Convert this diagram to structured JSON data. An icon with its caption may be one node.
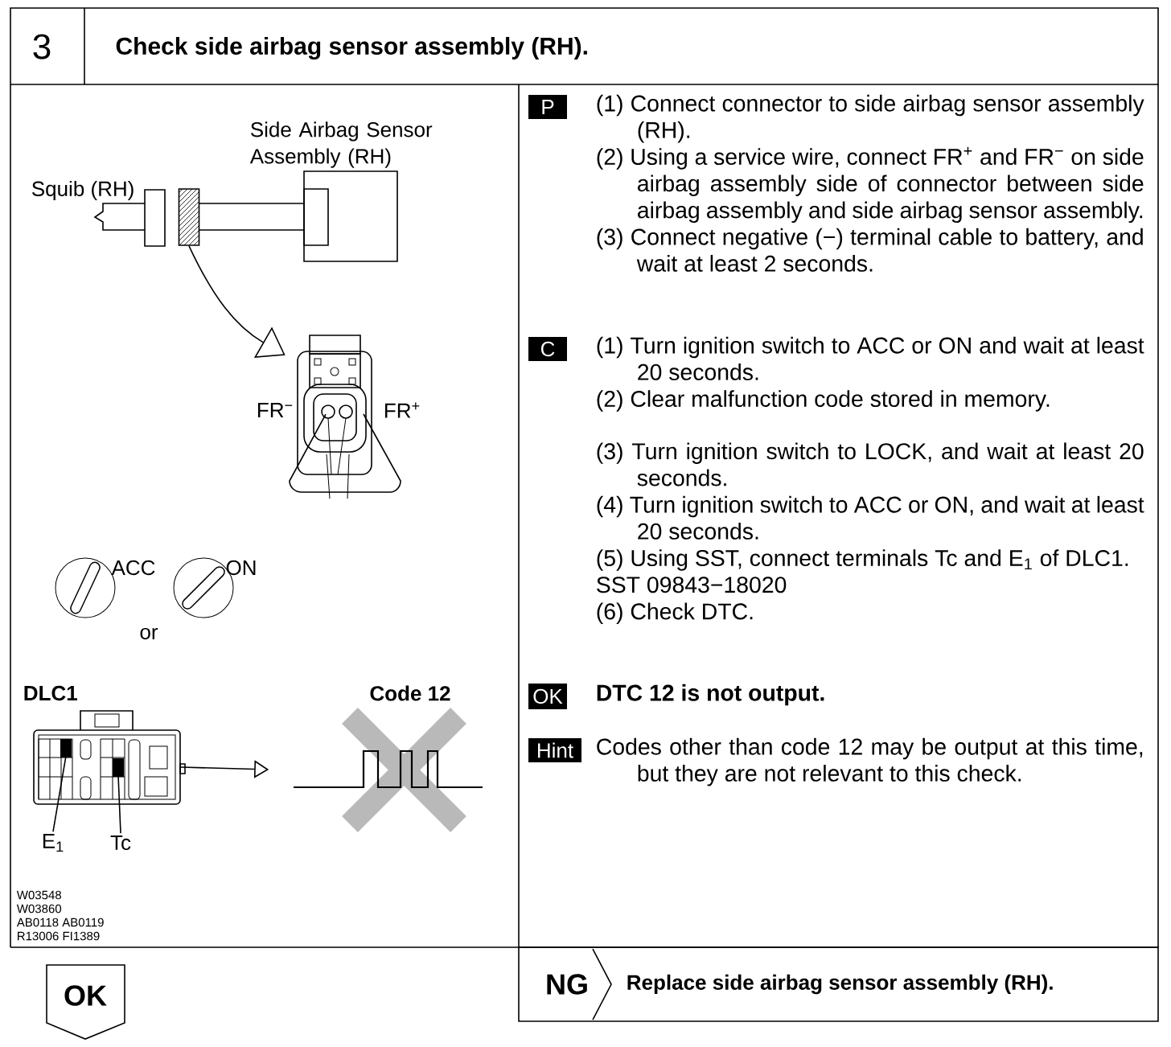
{
  "diagram": {
    "nodes": [
      {
        "text": [
          "3",
          "Check side airbag sensor assembly (RH)."
        ]
      },
      {
        "text": [],
        "shape": "box"
      },
      {
        "text": [],
        "shape": "picture",
        "beside": [
          "FR$^{−}$",
          "FR$^{+}$"
        ]
      },
      {
        "text": [
          "DLC1"
        ]
      },
      {
        "text": [
          "E$_{1}$"
        ]
      },
      {
        "text": [
          "Tc"
        ]
      },
      {
        "text": [
          "Code 12"
        ]
      },
      {
        "text": [
          "P"
        ],
        "beside": [
          "(1) Connect connector to side airbag sensor assembly (RH).",
          "(2) Using a service wire, connect FR$^{+}$ and FR$^{−}$ on side airbag assembly side of connector between side airbag assembly and side airbag sensor assembly.",
          "(3) Connect negative (−) terminal cable to battery, and wait at least 2 seconds."
        ]
      },
      {
        "text": [
          "C"
        ],
        "beside": [
          "(1) Turn ignition switch to ACC or ON and wait at least 20 seconds.",
          "(2) Clear malfunction code stored in memory.",
          "(3) Turn ignition switch to LOCK, and wait at least 20 seconds.",
          "(4) Turn ignition switch to ACC or ON, and wait at least 20 seconds.",
          "(5) Using SST, connect terminals Tc and E$_{1}$ of DLC1.",
          "SST 09843−18020",
          "(6) Check DTC."
        ]
      },
      {
        "text": [
          "OK"
        ],
        "beside": [
          "DTC 12 is not output."
        ]
      },
      {
        "text": [
          "Hint"
        ],
        "beside": [
          "Codes other than code 12 may be output at this time, but they are not relevant to this check."
        ]
      },
      {
        "text": [
          "OK"
        ]
      },
      {
        "text": [
          "NG",
          "Replace side airbag sensor assembly (RH)."
        ]
      }
    ],
    "edges": [
      {
        "from": 1,
        "to": 2,
        "arrow": "to"
      },
      {
        "from": 4,
        "to": 3,
        "arrow": "none"
      },
      {
        "from": 5,
        "to": 3,
        "arrow": "none"
      },
      {
        "from": 3,
        "to": 6,
        "arrow": "to"
      }
    ],
    "labels": [
      "Side Airbag Sensor Assembly (RH)",
      "Squib (RH)",
      "ACC",
      "ON",
      "or",
      "W03548",
      "W03860",
      "AB0118 AB0119",
      "R13006 FI1389"
    ]
  }
}
